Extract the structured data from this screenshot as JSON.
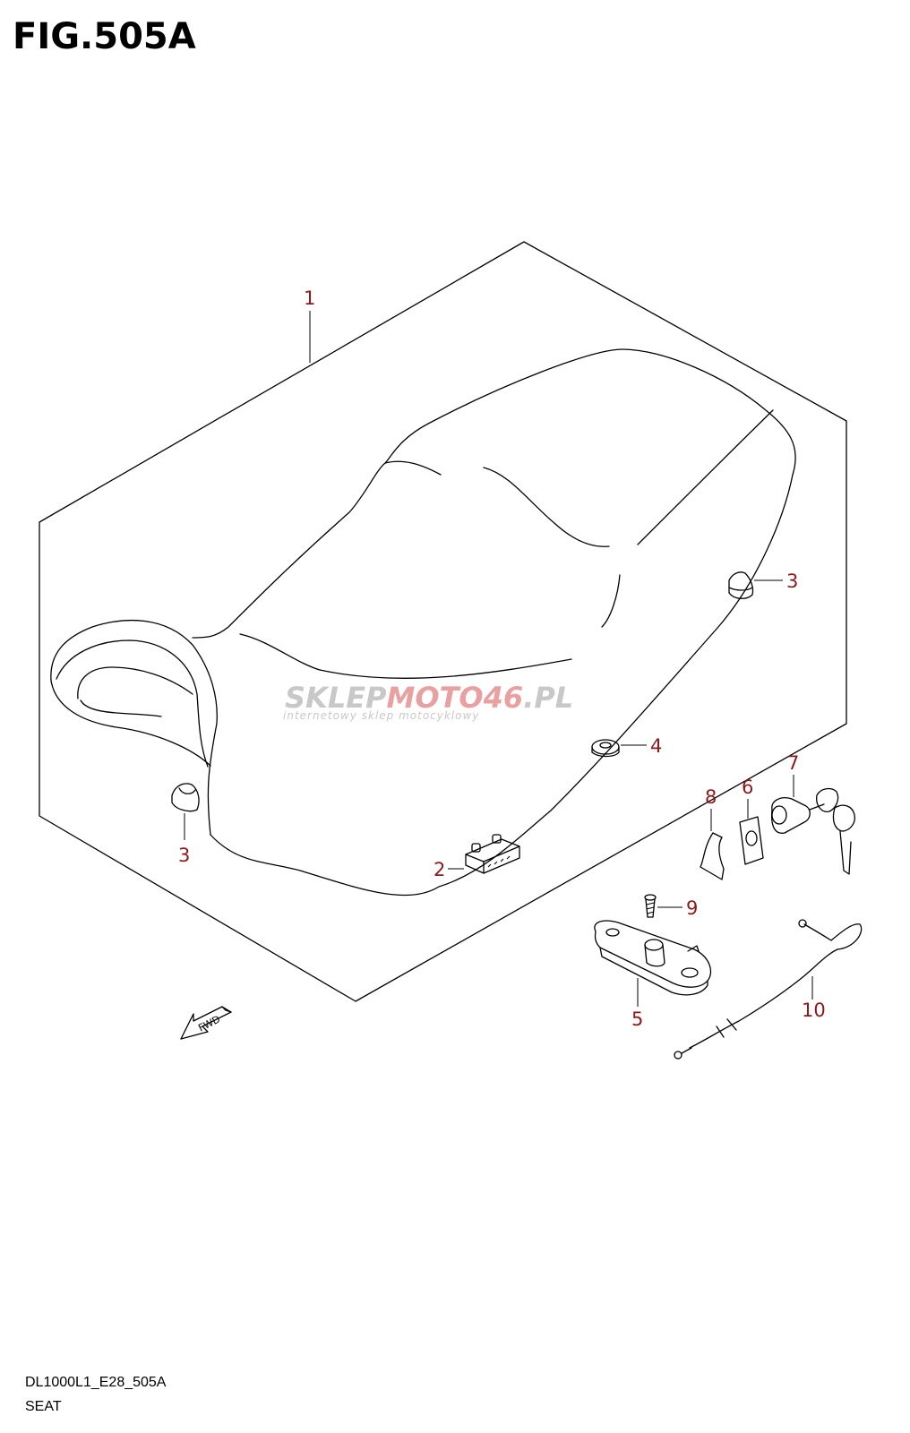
{
  "figure": {
    "title": "FIG.505A"
  },
  "callouts": [
    {
      "id": "1",
      "label": "1"
    },
    {
      "id": "2",
      "label": "2"
    },
    {
      "id": "3a",
      "label": "3"
    },
    {
      "id": "3b",
      "label": "3"
    },
    {
      "id": "4",
      "label": "4"
    },
    {
      "id": "5",
      "label": "5"
    },
    {
      "id": "6",
      "label": "6"
    },
    {
      "id": "7",
      "label": "7"
    },
    {
      "id": "8",
      "label": "8"
    },
    {
      "id": "9",
      "label": "9"
    },
    {
      "id": "10",
      "label": "10"
    }
  ],
  "fwd_label": "FWD",
  "watermark": {
    "part1": "SKLEP",
    "part2": "MOTO",
    "part3": "46",
    "part4": ".PL",
    "subtitle": "internetowy sklep motocyklowy",
    "colors": {
      "grey": "#c8c8c8",
      "red": "#e8a0a0"
    }
  },
  "footer": {
    "code": "DL1000L1_E28_505A",
    "name": "SEAT"
  },
  "colors": {
    "callout": "#8b1a1a",
    "line": "#000000"
  }
}
